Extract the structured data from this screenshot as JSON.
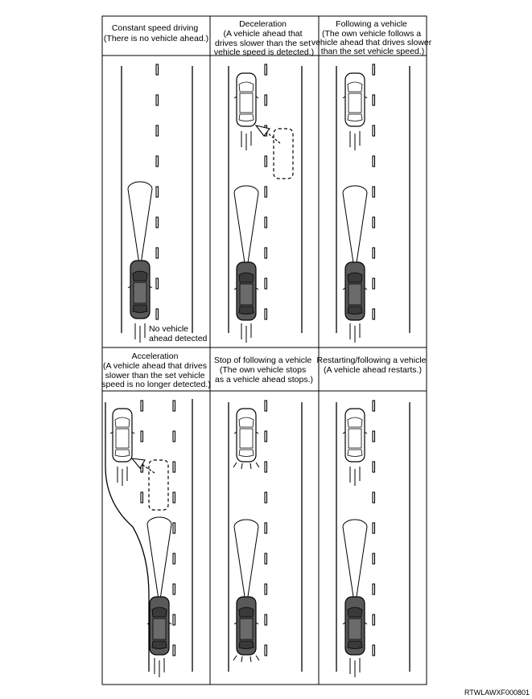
{
  "panels": [
    {
      "title": "Constant speed driving",
      "lines": [
        "(There is no vehicle ahead.)"
      ],
      "note": [
        "No vehicle",
        "ahead detected"
      ]
    },
    {
      "title": "Deceleration",
      "lines": [
        "(A vehicle ahead that",
        "drives slower than the set",
        "vehicle speed is detected.)"
      ]
    },
    {
      "title": "Following a vehicle",
      "lines": [
        "(The own vehicle follows a",
        "vehicle ahead that drives slower",
        "than the set vehicle speed.)"
      ]
    },
    {
      "title": "Acceleration",
      "lines": [
        "(A vehicle ahead that drives",
        "slower than the set vehicle",
        "speed is no longer detected.)"
      ]
    },
    {
      "title": "Stop of following a vehicle",
      "lines": [
        "(The own vehicle stops",
        "as a vehicle ahead stops.)"
      ]
    },
    {
      "title": "Restarting/following a vehicle",
      "lines": [
        "(A vehicle ahead restarts.)"
      ]
    }
  ],
  "doc_id": "RTWLAWXF000801"
}
